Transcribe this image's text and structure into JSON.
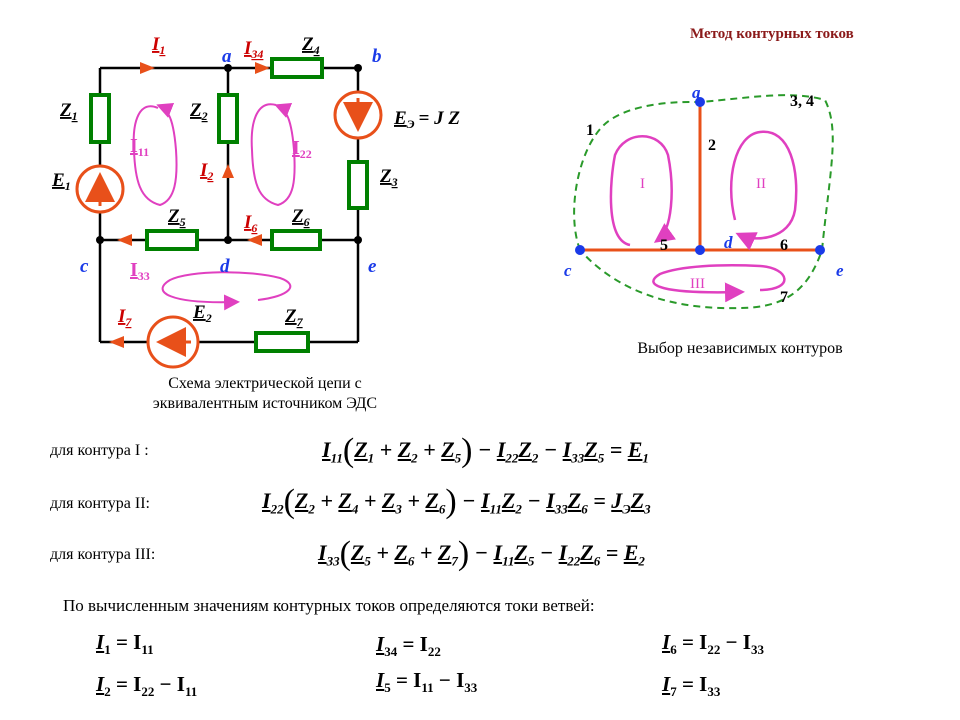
{
  "title": "Метод контурных токов",
  "schematic": {
    "caption_line1": "Схема электрической цепи с",
    "caption_line2": "эквивалентным источником ЭДС",
    "nodes": [
      "a",
      "b",
      "c",
      "d",
      "e"
    ],
    "impedances": [
      "Z",
      "1",
      "2",
      "3",
      "4",
      "5",
      "6",
      "7"
    ],
    "sources": {
      "E1": "E",
      "E1_sub": "1",
      "E2": "E",
      "E2_sub": "2",
      "eq_lhs": "E",
      "eq_sub": "Э",
      "eq_rhs": "= J Z",
      "eq_rhs_sub": "3"
    },
    "branch_currents": [
      "I",
      "1",
      "2",
      "34",
      "6",
      "7"
    ],
    "loop_currents": [
      "I",
      "11",
      "22",
      "33"
    ]
  },
  "graph": {
    "caption": "Выбор независимых контуров",
    "nodes": [
      "a",
      "c",
      "d",
      "e"
    ],
    "branches": [
      "1",
      "2",
      "3, 4",
      "5",
      "6",
      "7"
    ],
    "loops": [
      "I",
      "II",
      "III"
    ]
  },
  "equations": {
    "label1": "для контура  I :",
    "label2": "для контура  II:",
    "label3": "для контура III:"
  },
  "branch_section": {
    "intro": "По вычисленным значениям контурных токов определяются токи ветвей:"
  },
  "colors": {
    "title": "#8b1a1a",
    "wire": "#000000",
    "impedance": "#008000",
    "source": "#e8501a",
    "current_arrow": "#e8501a",
    "current_label": "#cc0000",
    "loop": "#e040c0",
    "graph_branch": "#e8501a",
    "graph_node": "#1a3ae8",
    "cut": "#2a9a2a",
    "node_label": "#1a3ae8"
  }
}
